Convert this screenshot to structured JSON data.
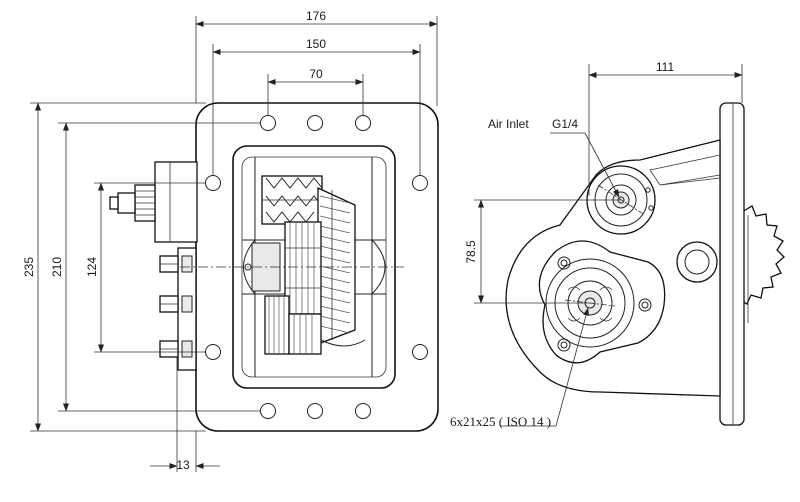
{
  "dimensions": {
    "overall_width": "176",
    "flange_width": "150",
    "bolt_spacing": "70",
    "overall_height": "235",
    "flange_height": "210",
    "height_124": "124",
    "offset_13": "13",
    "side_width": "111",
    "center_distance": "78.5"
  },
  "labels": {
    "air_inlet": "Air Inlet",
    "port_thread": "G1/4",
    "shaft_spec": "6x21x25 ( ISO 14 )"
  }
}
